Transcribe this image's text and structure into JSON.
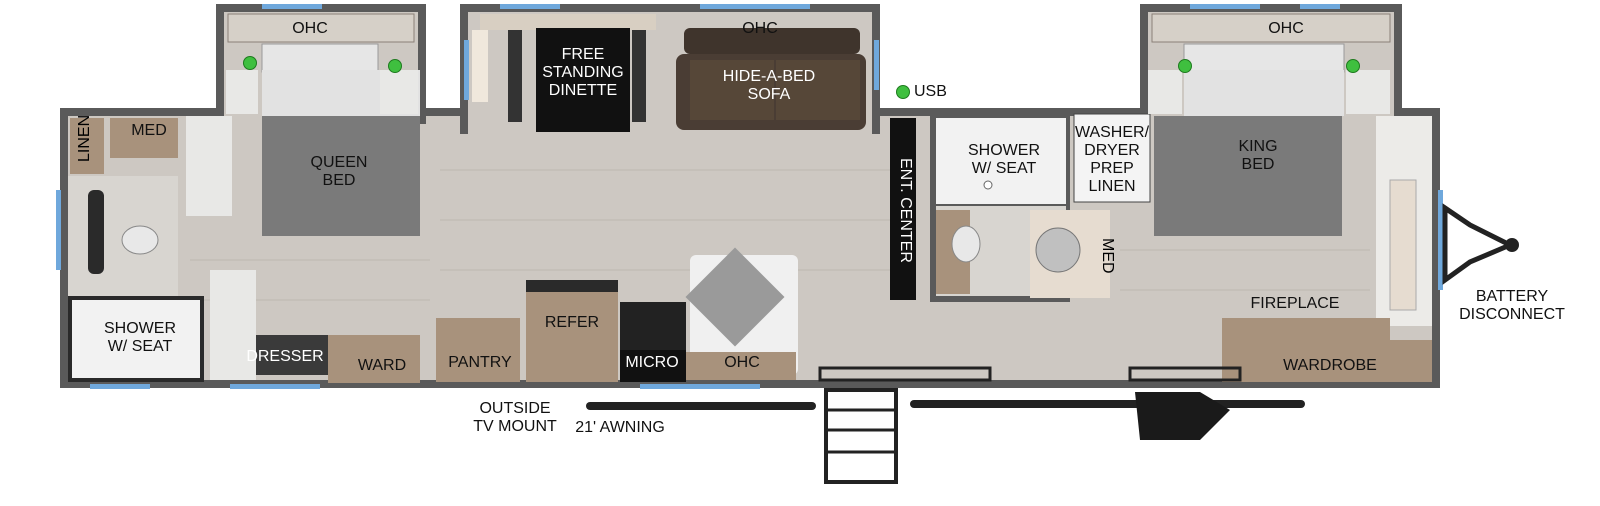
{
  "floorplan": {
    "front_bedroom": {
      "ohc": "OHC",
      "bed": "QUEEN\nBED",
      "dresser": "DRESSER",
      "ward": "WARD"
    },
    "front_bath": {
      "linen": "LINEN",
      "med": "MED",
      "shower": "SHOWER\nW/ SEAT"
    },
    "living": {
      "ohc": "OHC",
      "dinette": "FREE\nSTANDING\nDINETTE",
      "sofa": "HIDE-A-BED\nSOFA",
      "usb": "USB",
      "ent_center": "ENT. CENTER",
      "pantry": "PANTRY",
      "refer": "REFER",
      "micro": "MICRO",
      "kitchen_ohc": "OHC"
    },
    "rear_bath": {
      "shower": "SHOWER\nW/ SEAT",
      "med": "MED",
      "washer": "WASHER/\nDRYER\nPREP\nLINEN"
    },
    "rear_bedroom": {
      "ohc": "OHC",
      "bed": "KING\nBED",
      "fireplace": "FIREPLACE",
      "wardrobe": "WARDROBE"
    },
    "exterior": {
      "outside_tv": "OUTSIDE\nTV MOUNT",
      "awning": "21' AWNING",
      "battery": "BATTERY\nDISCONNECT"
    }
  },
  "colors": {
    "wall": "#5a5a5a",
    "floor": "#cdc8c2",
    "bed": "#7a7a7a",
    "wood": "#a8927c",
    "dark": "#1a1a1a",
    "window": "#6fa8dc",
    "usb_dot": "#3fbf3f"
  }
}
